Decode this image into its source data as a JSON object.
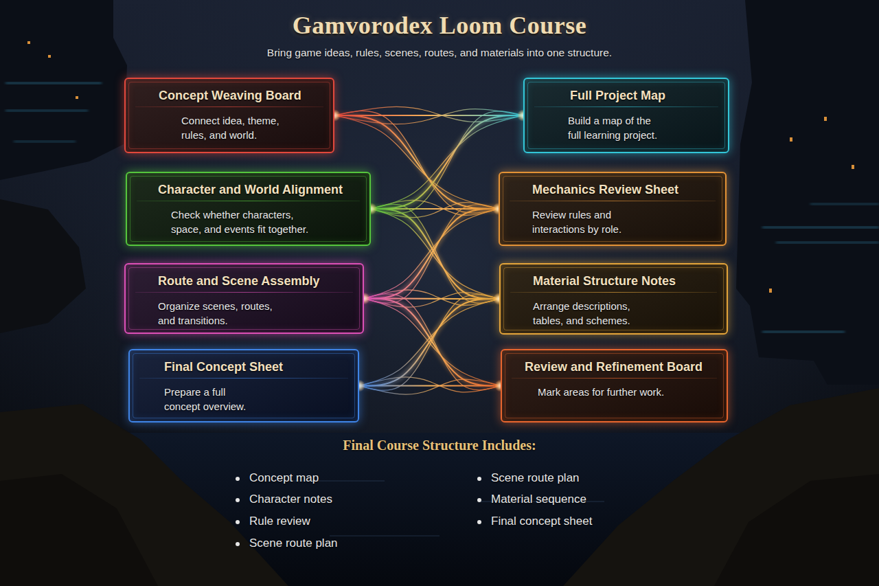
{
  "diagram": {
    "title": "Gamvorodex Loom Course",
    "nodes": [
      {
        "text": [
          "Concept Weaving Board",
          "Connect idea, theme, rules, and world."
        ]
      },
      {
        "text": [
          "Full Project Map",
          "Build a map of the full learning project."
        ]
      },
      {
        "text": [
          "Character and World Alignment",
          "Check whether characters, space, and events fit together."
        ]
      },
      {
        "text": [
          "Mechanics Review Sheet",
          "Review rules and interactions by role."
        ]
      },
      {
        "text": [
          "Route and Scene Assembly",
          "Organize scenes, routes, and transitions."
        ]
      },
      {
        "text": [
          "Material Structure Notes",
          "Arrange descriptions, tables, and schemes."
        ]
      },
      {
        "text": [
          "Final Concept Sheet",
          "Prepare a full concept overview."
        ]
      },
      {
        "text": [
          "Review and Refinement Board",
          "Mark areas for further work."
        ]
      }
    ],
    "edges": [
      {
        "from": 0,
        "to": 1,
        "arrow": "none"
      },
      {
        "from": 0,
        "to": 3,
        "arrow": "none"
      },
      {
        "from": 2,
        "to": 1,
        "arrow": "none"
      },
      {
        "from": 2,
        "to": 3,
        "arrow": "none"
      },
      {
        "from": 2,
        "to": 5,
        "arrow": "none"
      },
      {
        "from": 4,
        "to": 3,
        "arrow": "none"
      },
      {
        "from": 4,
        "to": 5,
        "arrow": "none"
      },
      {
        "from": 4,
        "to": 7,
        "arrow": "none"
      },
      {
        "from": 6,
        "to": 5,
        "arrow": "none"
      },
      {
        "from": 6,
        "to": 7,
        "arrow": "none"
      }
    ],
    "labels": [
      "Bring game ideas, rules, scenes, routes, and materials into one structure.",
      "Final Course Structure Includes:",
      "Concept map",
      "Character notes",
      "Rule review",
      "Scene route plan",
      "Scene route plan",
      "Material sequence",
      "Final concept sheet"
    ]
  }
}
